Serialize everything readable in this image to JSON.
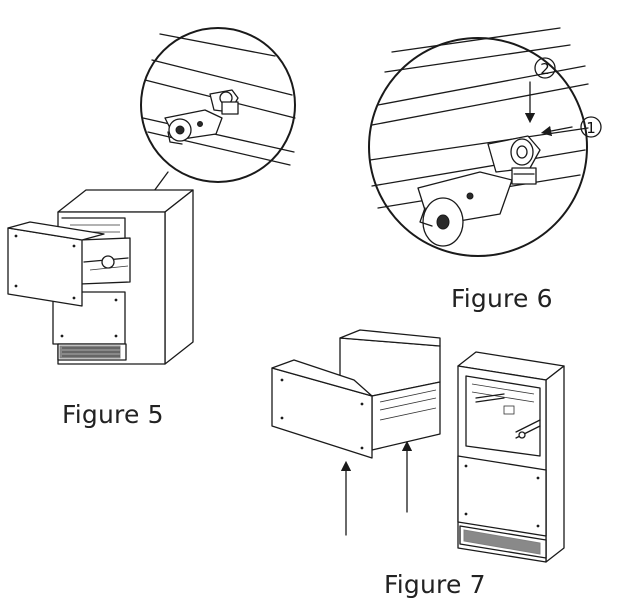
{
  "figures": [
    {
      "id": "figure5",
      "caption": "Figure 5"
    },
    {
      "id": "figure6",
      "caption": "Figure 6",
      "callouts": [
        "1",
        "2"
      ]
    },
    {
      "id": "figure7",
      "caption": "Figure 7"
    }
  ]
}
